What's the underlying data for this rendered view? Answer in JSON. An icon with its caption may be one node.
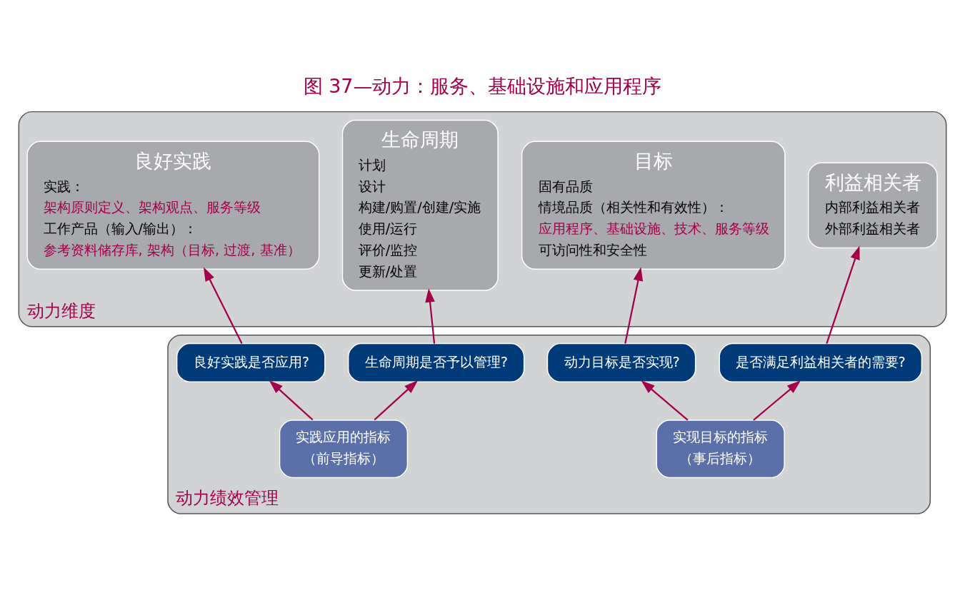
{
  "diagram": {
    "title": "图 37—动力：服务、基础设施和应用程序",
    "nodes": [
      {
        "text": [
          "动力维度"
        ]
      },
      {
        "text": [
          "利益相关者",
          "内部利益相关者",
          "外部利益相关者"
        ],
        "in": 0
      },
      {
        "text": [
          "目标",
          "固有品质",
          "情境品质（相关性和有效性）：",
          "应用程序、基础设施、技术、服务等级",
          "可访问性和安全性"
        ],
        "in": 0
      },
      {
        "text": [
          "生命周期",
          "计划",
          "设计",
          "构建/购置/创建/实施",
          "使用/运行",
          "评价/监控",
          "更新/处置"
        ],
        "in": 0
      },
      {
        "text": [
          "良好实践",
          "实践：",
          "架构原则定义、架构观点、服务等级",
          "工作产品（输入/输出）：",
          "参考资料储存库, 架构（目标, 过渡, 基准）"
        ],
        "in": 0
      },
      {
        "text": [
          "动力绩效管理"
        ]
      },
      {
        "text": [
          "是否满足利益相关者的需要?"
        ],
        "in": 5
      },
      {
        "text": [
          "动力目标是否实现?"
        ],
        "in": 5
      },
      {
        "text": [
          "生命周期是否予以管理?"
        ],
        "in": 5
      },
      {
        "text": [
          "良好实践是否应用?"
        ],
        "in": 5
      },
      {
        "text": [
          "实现目标的指标",
          "（事后指标）"
        ],
        "in": 5
      },
      {
        "text": [
          "实践应用的指标",
          "（前导指标）"
        ],
        "in": 5
      }
    ],
    "edges": [
      {
        "from": 6,
        "to": 1,
        "arrow": "to"
      },
      {
        "from": 7,
        "to": 2,
        "arrow": "to"
      },
      {
        "from": 8,
        "to": 3,
        "arrow": "to"
      },
      {
        "from": 9,
        "to": 4,
        "arrow": "to"
      },
      {
        "from": 10,
        "to": 6,
        "arrow": "to"
      },
      {
        "from": 10,
        "to": 7,
        "arrow": "to"
      },
      {
        "from": 11,
        "to": 8,
        "arrow": "to"
      },
      {
        "from": 11,
        "to": 9,
        "arrow": "to"
      }
    ]
  }
}
